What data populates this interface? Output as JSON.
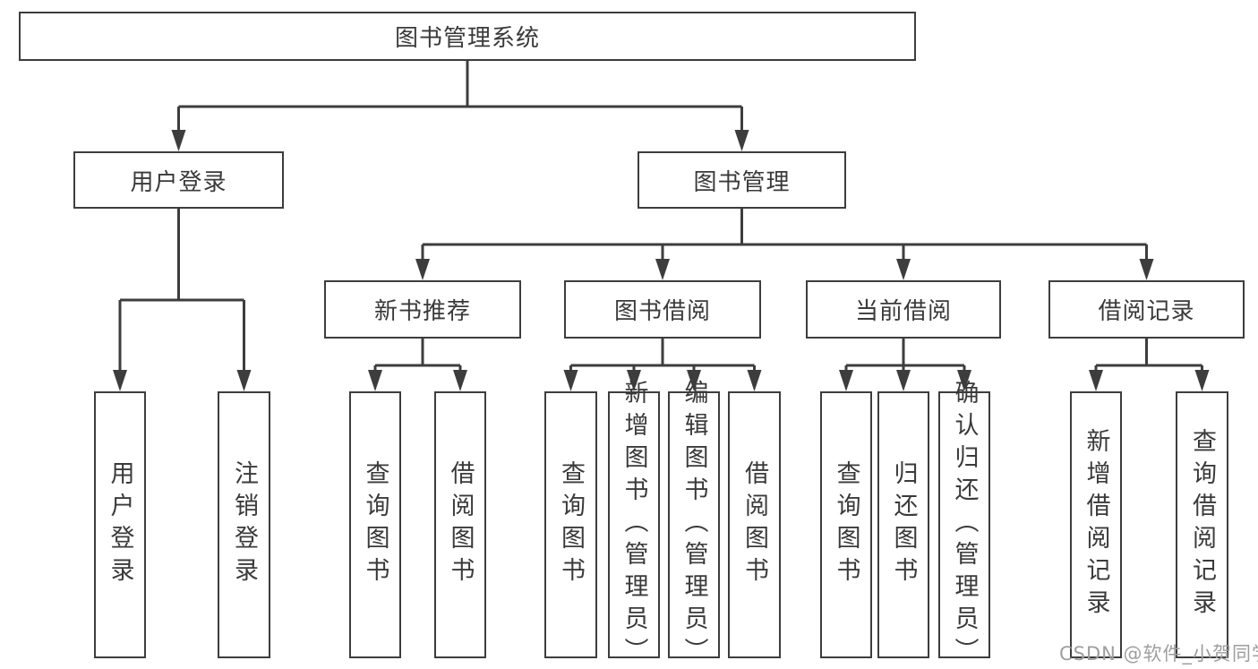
{
  "diagram": {
    "root": "图书管理系统",
    "login": {
      "label": "用户登录",
      "children": [
        "用户登录",
        "注销登录"
      ]
    },
    "management": {
      "label": "图书管理",
      "modules": [
        {
          "label": "新书推荐",
          "children": [
            "查询图书",
            "借阅图书"
          ]
        },
        {
          "label": "图书借阅",
          "children": [
            "查询图书",
            "新增图书（管理员）",
            "编辑图书（管理员）",
            "借阅图书"
          ]
        },
        {
          "label": "当前借阅",
          "children": [
            "查询图书",
            "归还图书",
            "确认归还（管理员）"
          ]
        },
        {
          "label": "借阅记录",
          "children": [
            "新增借阅记录",
            "查询借阅记录"
          ]
        }
      ]
    }
  },
  "watermark": "CSDN @软件_小贺同学",
  "colors": {
    "line": "#3d3d3d",
    "box_border": "#3d3d3d",
    "box_fill": "#ffffff",
    "text": "#3a3a3a",
    "watermark": "#9e9e9e",
    "background": "#ffffff"
  }
}
